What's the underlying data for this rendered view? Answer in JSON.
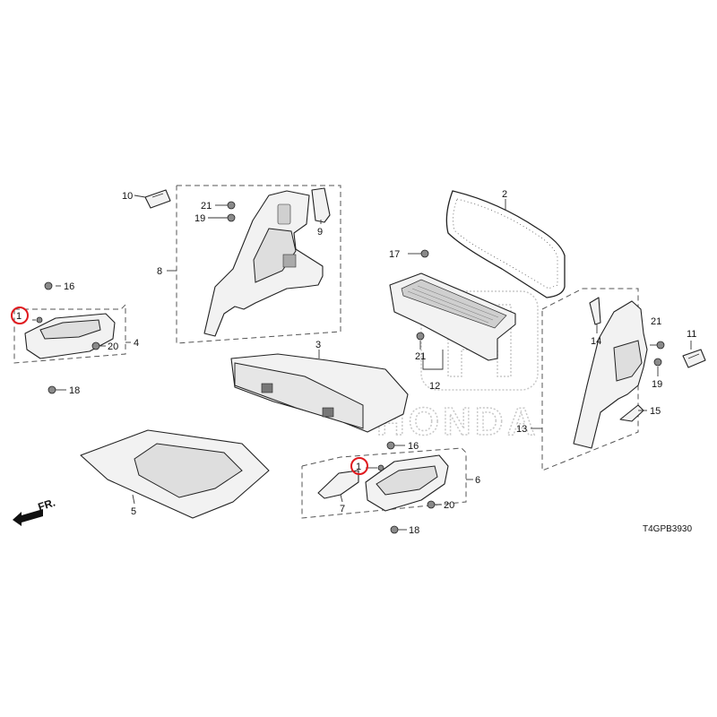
{
  "diagram": {
    "watermark": "HONDA",
    "front_indicator": "FR.",
    "diagram_code": "T4GPB3930",
    "highlight_color": "#e0191e",
    "callouts": {
      "c1a": "1",
      "c1b": "1",
      "c2": "2",
      "c3": "3",
      "c4": "4",
      "c5": "5",
      "c6": "6",
      "c7": "7",
      "c8": "8",
      "c9": "9",
      "c10": "10",
      "c11": "11",
      "c12": "12",
      "c13": "13",
      "c14": "14",
      "c15": "15",
      "c16a": "16",
      "c16b": "16",
      "c17": "17",
      "c18a": "18",
      "c18b": "18",
      "c19a": "19",
      "c19b": "19",
      "c20a": "20",
      "c20b": "20",
      "c21a": "21",
      "c21b": "21",
      "c21c": "21"
    }
  }
}
